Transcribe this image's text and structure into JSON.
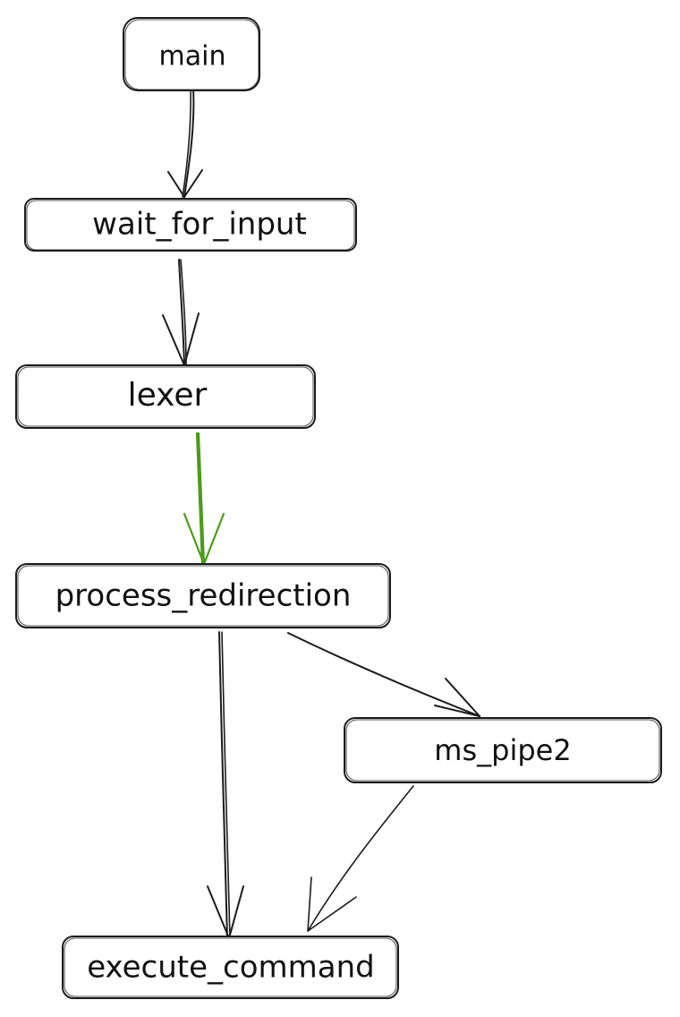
{
  "nodes": {
    "main": "main",
    "wait_for_input": "wait_for_input",
    "lexer": "lexer",
    "process_redirection": "process_redirection",
    "ms_pipe2": "ms_pipe2",
    "execute_command": "execute_command"
  },
  "colors": {
    "stroke": "#1b1b1b",
    "highlight_edge": "#4c9a1a",
    "background": "#ffffff"
  }
}
